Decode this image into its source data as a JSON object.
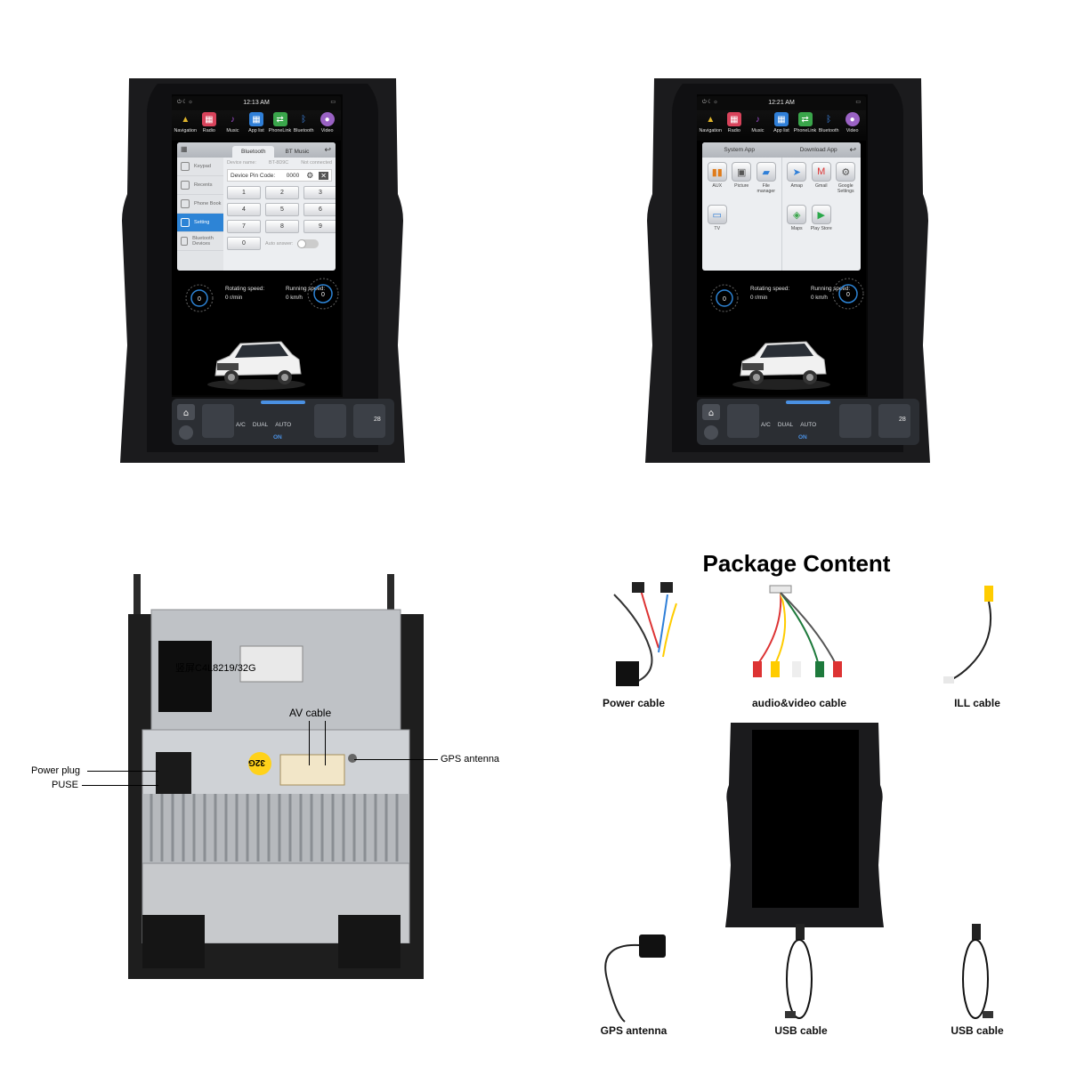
{
  "unit_left": {
    "status_time": "12:13 AM",
    "apps": [
      {
        "label": "Navigation",
        "icon": "navigation-icon",
        "color": "#e0b52b"
      },
      {
        "label": "Radio",
        "icon": "radio-icon",
        "color": "#d8435b"
      },
      {
        "label": "Music",
        "icon": "music-icon",
        "color": "#a24fd0"
      },
      {
        "label": "App list",
        "icon": "app-list-icon",
        "color": "#2f7fd8"
      },
      {
        "label": "PhoneLink",
        "icon": "phonelink-icon",
        "color": "#3aa64b"
      },
      {
        "label": "Bluetooth",
        "icon": "bluetooth-icon",
        "color": "#2a6fd0"
      },
      {
        "label": "Video",
        "icon": "video-icon",
        "color": "#9a62c4"
      }
    ],
    "bt": {
      "tabs": [
        "Bluetooth",
        "BT Music"
      ],
      "sidebar": [
        "Keypad",
        "Recents",
        "Phone Book",
        "Setting",
        "Bluetooth Devices"
      ],
      "device_name_label": "Device name:",
      "device_name_value": "BT-8D9C",
      "device_status": "Not connected",
      "pin_label": "Device Pin Code:",
      "pin_value": "0000",
      "keys": [
        "1",
        "2",
        "3",
        "4",
        "5",
        "6",
        "7",
        "8",
        "9",
        "0"
      ],
      "auto_answer": "Auto answer:"
    },
    "rotating_label": "Rotating speed:",
    "rotating_value": "0 r/min",
    "running_label": "Running speed:",
    "running_value": "0 km/h",
    "climate": {
      "ac": "A/C",
      "dual": "DUAL",
      "auto": "AUTO",
      "on": "ON",
      "volume": "28"
    }
  },
  "unit_right": {
    "status_time": "12:21 AM",
    "apps": [
      {
        "label": "Navigation",
        "icon": "navigation-icon",
        "color": "#e0b52b"
      },
      {
        "label": "Radio",
        "icon": "radio-icon",
        "color": "#d8435b"
      },
      {
        "label": "Music",
        "icon": "music-icon",
        "color": "#a24fd0"
      },
      {
        "label": "App list",
        "icon": "app-list-icon",
        "color": "#2f7fd8"
      },
      {
        "label": "PhoneLink",
        "icon": "phonelink-icon",
        "color": "#3aa64b"
      },
      {
        "label": "Bluetooth",
        "icon": "bluetooth-icon",
        "color": "#2a6fd0"
      },
      {
        "label": "Video",
        "icon": "video-icon",
        "color": "#9a62c4"
      }
    ],
    "app_list": {
      "system_title": "System App",
      "download_title": "Download App",
      "system_apps": [
        "AUX",
        "Picture",
        "File manager",
        "TV"
      ],
      "download_apps": [
        "Amap",
        "Gmail",
        "Google Settings",
        "Maps",
        "Play Store"
      ]
    },
    "rotating_label": "Rotating speed:",
    "rotating_value": "0 r/min",
    "running_label": "Running speed:",
    "running_value": "0 km/h",
    "climate": {
      "ac": "A/C",
      "dual": "DUAL",
      "auto": "AUTO",
      "on": "ON",
      "volume": "28"
    }
  },
  "backview": {
    "sticker": "竖屏C4L8219/32G",
    "chip_label": "32G",
    "av_cable": "AV cable",
    "gps_antenna": "GPS antenna",
    "power_plug": "Power plug",
    "fuse": "PUSE"
  },
  "package": {
    "title": "Package Content",
    "items": {
      "power_cable": "Power cable",
      "av_cable": "audio&video cable",
      "ill_cable": "ILL cable",
      "gps_antenna": "GPS antenna",
      "usb_cable_1": "USB cable",
      "usb_cable_2": "USB cable"
    }
  }
}
